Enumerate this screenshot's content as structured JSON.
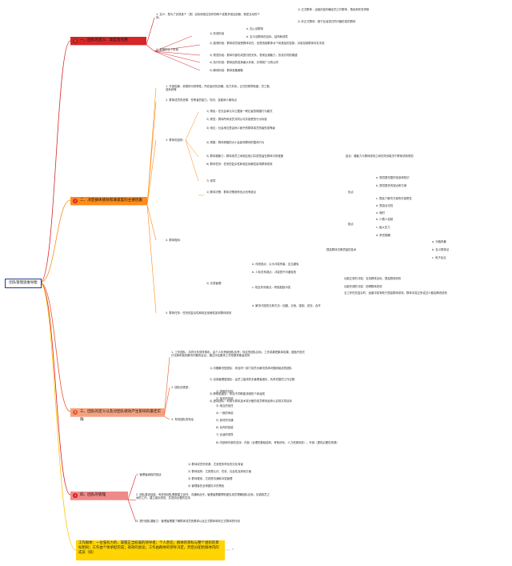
{
  "root": "团队管理思维导图",
  "colors": {
    "c1": "#d62728",
    "c2": "#ff8c1a",
    "c3": "#e8552a",
    "c4": "#d81b1b",
    "note": "#ffd400",
    "root": "#1f3a93"
  },
  "categories": [
    {
      "num": "1",
      "label": "一、团队的定义、类型及作用"
    },
    {
      "num": "2",
      "label": "二、决定群体绩效和满意度的主要因素"
    },
    {
      "num": "3",
      "label": "三、团队的定义以及对团队绩效产生影响的最佳实践"
    },
    {
      "num": "4",
      "label": "四、团队的管理"
    }
  ],
  "sec1": {
    "def": "1. 定义：是为了实现某个（类）目标而相互协作的两个或更多相互依赖、紧密互动的个体。",
    "stages": "2. 发展的五个阶段",
    "form": "1) 形成阶段",
    "form_a": "a. 加入该群体",
    "form_b": "b. 定义该群体的目标、结构和领导",
    "storm": "2) 震荡阶段：群体成员接受群体存在，但是抵制群体对个体施加的控制，对谁控制群体存在冲突",
    "norm": "3) 规范阶段：群体内部形成密切的关系，表现出凝聚力，形成共同的期望",
    "perform": "4) 执行阶段：群体结构发挥最大作用，并得到广泛的认同",
    "adjourn": "5) 解体阶段：群体准备解散",
    "r1": "1) 正式群体：由组织结构确定的工作群体，角色和任务清晰",
    "r2": "2) 非正式群体：基于友谊或共同兴趣形成的群体"
  },
  "sec2": {
    "s1": "1. 外部因素：资源的可获得性；所在组织的战略；权力关系；正式的规章制度；员工甄选系统等",
    "s2": "2. 群体成员的资源：任职者的能力、知识、技能和人格特点",
    "s3": "3. 群体的结构：",
    "roles": "1) 角色：在社会单元中占据某一职位者的期望行为模式",
    "norms": "2) 规范：群体所有成员共同认可并接受的行为标准",
    "status": "3) 地位：社会地位是由他人赋予的群体成员的级别或等级",
    "size": "4) 规模：群体规模的大小会影响群体的整体行为",
    "cohesion": "5) 群体凝聚力：群体成员之间相互吸引并愿意留在群体中的程度",
    "cohesion_note": "结论：凝聚力与群体绩效之间的关系取决于群体绩效规范",
    "tasks": "6) 群体任务：任务的复杂性和相互依赖性影响群体绩效",
    "leader": "7) 领导",
    "s4": "4. 群体程序：",
    "decision": "1) 群体决策：群体决策既有优点也有缺点",
    "pros": "优点",
    "pro_a": "a. 提供更完整的信息和知识",
    "pro_b": "b. 提供更多的观点和方案",
    "pro_c": "c. 提高了解决方案的可接受性",
    "pro_d": "d. 提高合法性",
    "cons": "缺点",
    "con_a": "a. 耗时",
    "con_b": "b. 少数人控制",
    "con_c": "c. 屈从压力",
    "con_d": "d. 责任模糊",
    "tech": "提高群体决策质量的技术",
    "tech_a": "a. 头脑风暴",
    "tech_b": "b. 名义群体法",
    "tech_c": "c. 电子会议",
    "conflict": "2) 冲突管理：",
    "cf_a": "a. 传统观点：认为冲突有害，应当避免",
    "cf_b": "b. 人际关系观点：冲突是不可避免的",
    "cf_c": "c. 相互作用观点：积极鼓励冲突",
    "cf_c1": "功能正常的冲突：支持群体目标，提高群体绩效",
    "cf_c2": "功能失调的冲突：妨碍群体绩效",
    "cf_c3": "当工作任务复杂时，适度冲突有助于提高群体绩效，群体冲突过多或过少都会降低绩效",
    "cf_d": "d. 解决冲突的五种方法：回避、迁就、强制、妥协、合作",
    "s5": "5. 群体任务：任务的复杂性和相互依赖性影响群体绩效"
  },
  "sec3": {
    "s1": "1. 工作团队：共同分享领导角色；由个人负责和团队负责；特定的团队目标；工作成果是集体成果；鼓励开放式讨论和积极的解决问题的会议；通过评估集体工作成果来衡量绩效",
    "s2": "2. 团队的类型：",
    "t1": "1) 问题解决型团队：来自同一部门成员为解决具体问题而组成的团队",
    "t2": "2) 自我管理型团队：由员工组成的无管理者团队，负责完整的工作过程",
    "t3": "3) 跨职能团队：来自不同职能领域的个体组成",
    "t4": "4) 虚拟团队：利用计算机技术将分散的成员联系起来以实现共同目标",
    "s3": "3. 有效团队的特征：",
    "f1": "1) 清晰的目标",
    "f2": "2) 相关的技能",
    "f3": "3) 相互的信任",
    "f4": "4) 一致的承诺",
    "f5": "5) 良好的沟通",
    "f6": "6) 谈判的技能",
    "f7": "7) 合适的领导",
    "f8": "8) 内部和外部的支持：内部（合理的基础结构、考核体系、人力资源系统）；外部（提供必要的资源）"
  },
  "sec4": {
    "m1": "1. 管理者面临的挑战",
    "m1a": "1) 群体成员的来源、尤其是多样化的文化背景",
    "m1b": "2) 群体结构：尤其是认识、任务、社会性及其他方面",
    "m1c": "3) 群体程序，尤其是沟通和冲突管理",
    "m1d": "4) 管理者在全球团队中的角色",
    "m2": "2. 团队建设技能：有效的团队需要建立信任、沟通和合作；管理者需要帮助团队成员理解团队目标，协调成员之间的工作，建立团队规范，并提供必要的支持",
    "m3": "3. 提升团队凝聚力：管理者需要了解群体成员的需求以及正式群体和非正式群体的作用"
  },
  "note": {
    "text": "工作群体：一位强有力的、掌握正当权威的领导者；个人责任；群体的目标与整个组织的目标相同；工作由个体承担完成；高效的会议；工作由群体的领导决定，然后分配给群体内的成员（续）"
  },
  "note_marker": "x"
}
